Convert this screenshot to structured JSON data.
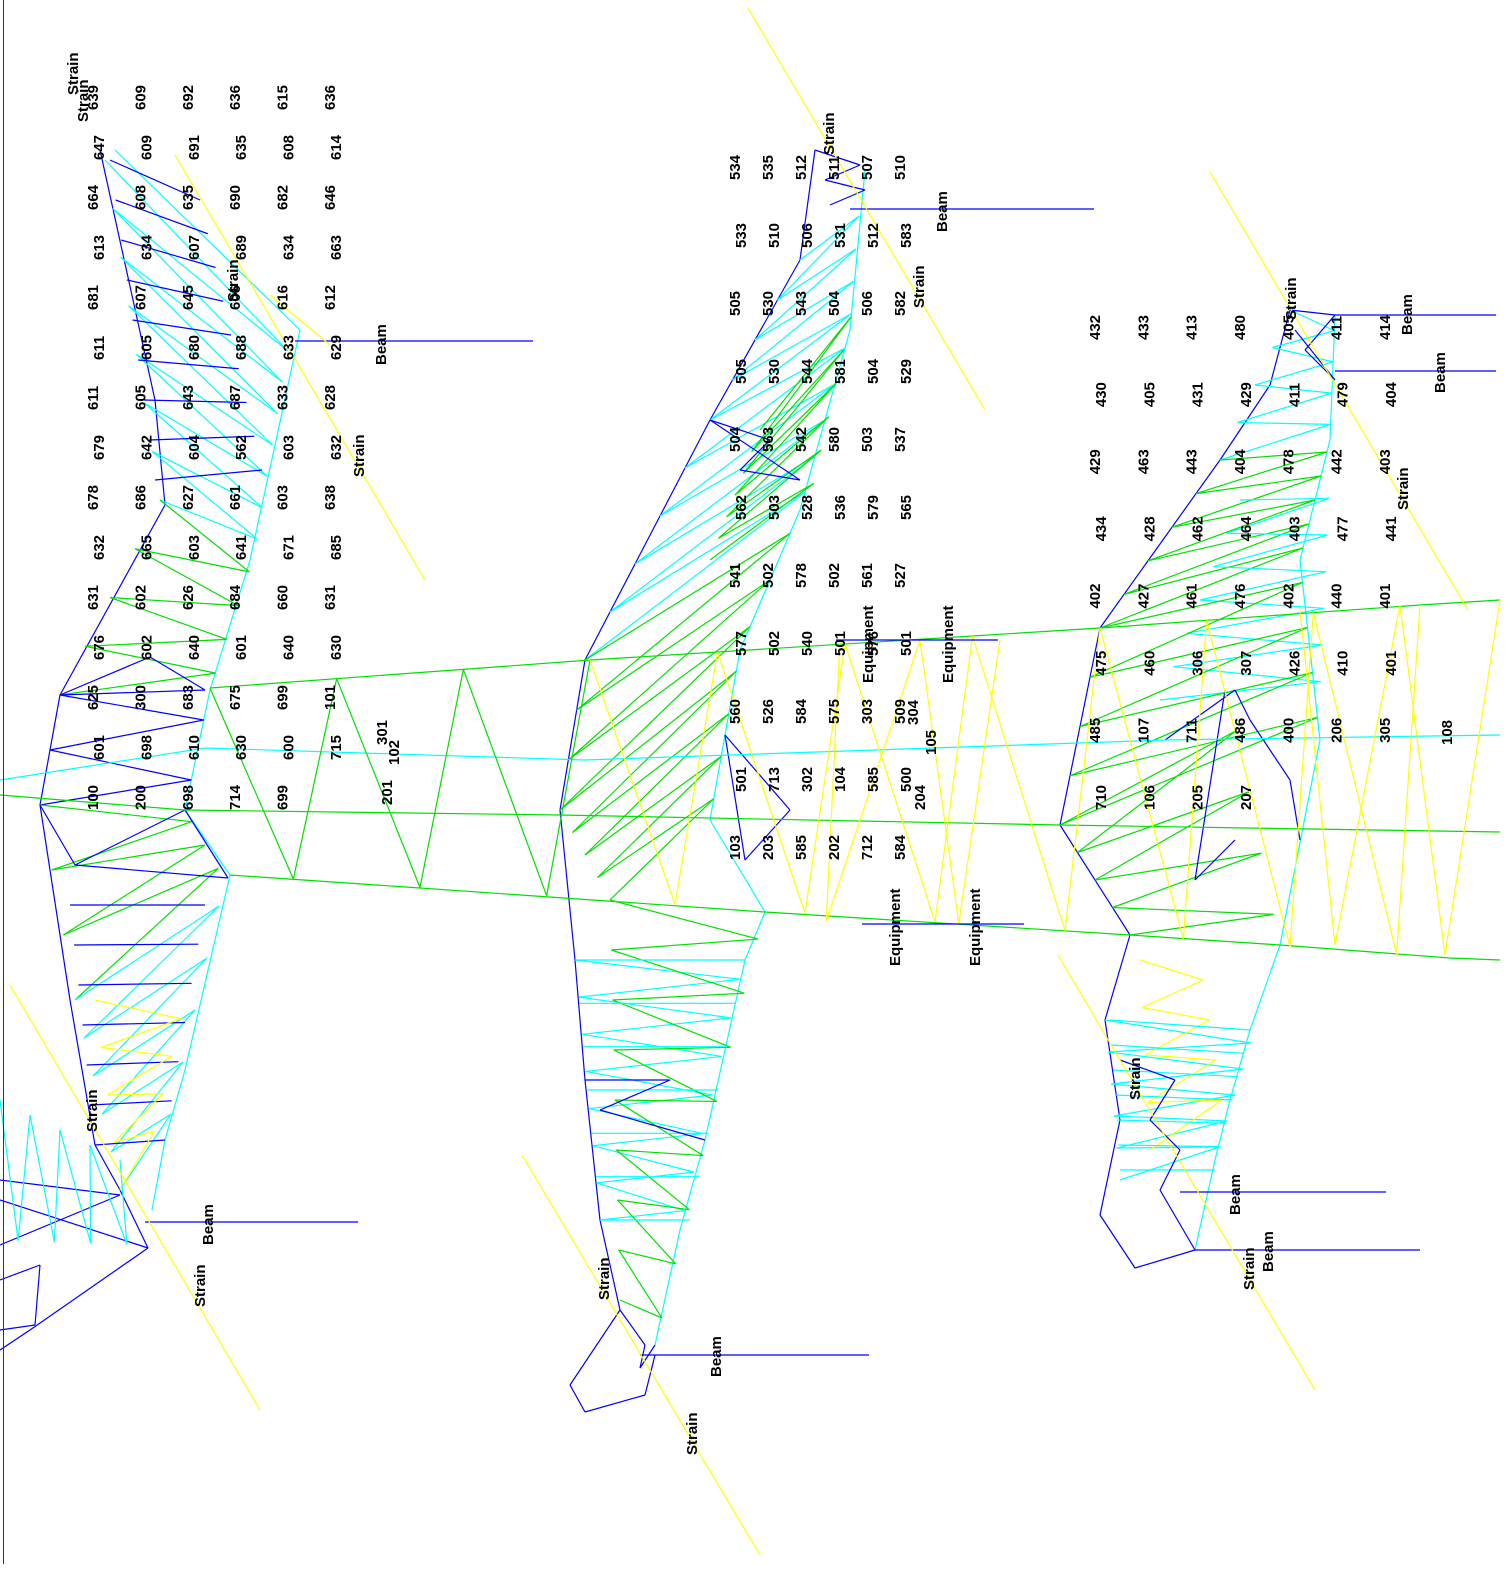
{
  "colors": {
    "blue": "#0000ff",
    "cyan": "#00ffff",
    "green": "#00e000",
    "yellow": "#ffff00",
    "label": "#000000",
    "background": "#ffffff"
  },
  "callout_labels": {
    "strain": "Strain",
    "beam": "Beam",
    "equipment": "Equipment"
  },
  "member_labels": {
    "left_tower": [
      "639",
      "609",
      "692",
      "636",
      "615",
      "636",
      "647",
      "609",
      "691",
      "635",
      "608",
      "614",
      "664",
      "608",
      "635",
      "690",
      "682",
      "646",
      "613",
      "634",
      "607",
      "689",
      "634",
      "663",
      "681",
      "607",
      "645",
      "606",
      "616",
      "612",
      "611",
      "605",
      "680",
      "688",
      "633",
      "629",
      "611",
      "605",
      "643",
      "687",
      "633",
      "628",
      "679",
      "642",
      "604",
      "562",
      "603",
      "632",
      "678",
      "686",
      "627",
      "661",
      "603",
      "638",
      "632",
      "665",
      "603",
      "641",
      "671",
      "685",
      "631",
      "602",
      "626",
      "684",
      "660",
      "631",
      "676",
      "602",
      "640",
      "601",
      "640",
      "630",
      "625",
      "300",
      "683",
      "675",
      "699",
      "101",
      "601",
      "698",
      "610",
      "630",
      "600",
      "715",
      "100",
      "200",
      "698",
      "714",
      "699"
    ],
    "middle_tower": [
      "534",
      "535",
      "512",
      "511",
      "507",
      "510",
      "533",
      "510",
      "506",
      "531",
      "512",
      "583",
      "505",
      "530",
      "543",
      "504",
      "506",
      "582",
      "505",
      "530",
      "544",
      "581",
      "504",
      "529",
      "504",
      "563",
      "542",
      "580",
      "503",
      "537",
      "562",
      "503",
      "528",
      "536",
      "579",
      "565",
      "541",
      "502",
      "578",
      "502",
      "561",
      "527",
      "577",
      "502",
      "540",
      "501",
      "576",
      "501",
      "560",
      "526",
      "584",
      "575",
      "303",
      "509",
      "501",
      "713",
      "302",
      "104",
      "585",
      "500",
      "103",
      "203",
      "585",
      "202",
      "712",
      "584"
    ],
    "right_tower": [
      "432",
      "433",
      "413",
      "480",
      "405",
      "411",
      "414",
      "430",
      "405",
      "431",
      "429",
      "411",
      "479",
      "404",
      "429",
      "463",
      "443",
      "404",
      "478",
      "442",
      "403",
      "434",
      "428",
      "462",
      "464",
      "403",
      "477",
      "441",
      "402",
      "427",
      "461",
      "476",
      "402",
      "440",
      "401",
      "475",
      "460",
      "306",
      "307",
      "426",
      "410",
      "401",
      "485",
      "107",
      "711",
      "486",
      "400",
      "206",
      "305",
      "710",
      "106",
      "205",
      "207"
    ],
    "horizontal_bays": [
      "301",
      "102",
      "201",
      "304",
      "105",
      "204",
      "108"
    ]
  }
}
